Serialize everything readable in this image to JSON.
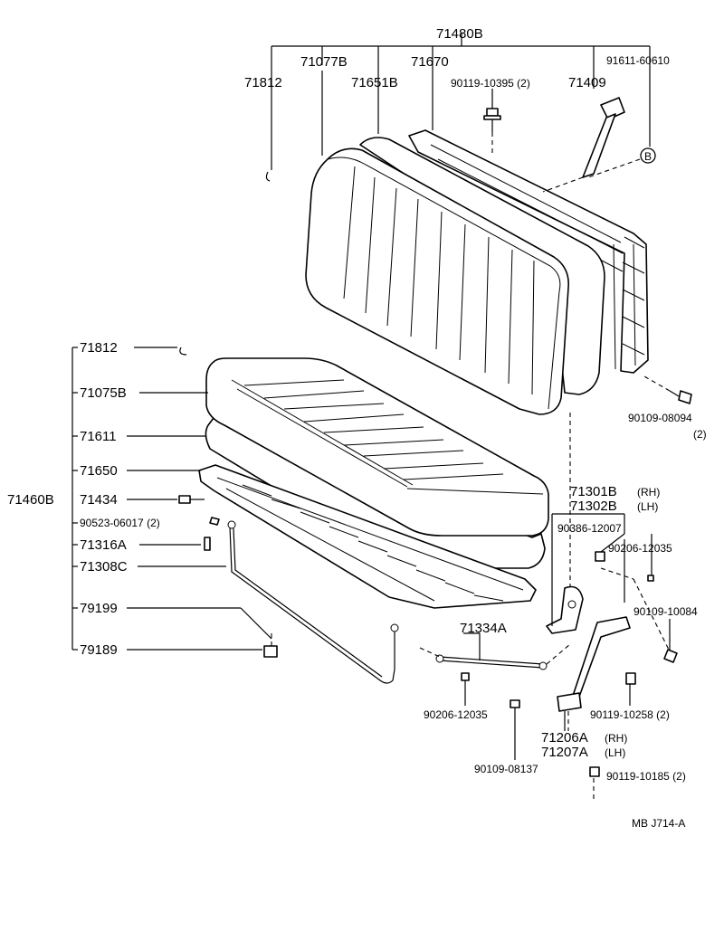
{
  "top": {
    "p71480B": "71480B",
    "p71077B": "71077B",
    "p71670": "71670",
    "p91611": "91611-60610",
    "p71812": "71812",
    "p71651B": "71651B",
    "p90119_10395": "90119-10395 (2)",
    "p71409": "71409",
    "circleB": "B"
  },
  "left": {
    "p71812": "71812",
    "p71075B": "71075B",
    "p71611": "71611",
    "p71650": "71650",
    "p71460B": "71460B",
    "p71434": "71434",
    "p90523": "90523-06017 (2)",
    "p71316A": "71316A",
    "p71308C": "71308C",
    "p79199": "79199",
    "p79189": "79189"
  },
  "right": {
    "p90109_08094": "90109-08094",
    "p90109_08094_qty": "(2)",
    "p71301B": "71301B",
    "rh1": "(RH)",
    "p71302B": "71302B",
    "lh1": "(LH)",
    "p90386": "90386-12007",
    "p90206_a": "90206-12035",
    "p90109_10084": "90109-10084",
    "p71334A": "71334A",
    "p90119_10258": "90119-10258 (2)",
    "p90206_b": "90206-12035",
    "p71206A": "71206A",
    "rh2": "(RH)",
    "p71207A": "71207A",
    "lh2": "(LH)",
    "p90109_08137": "90109-08137",
    "p90119_10185": "90119-10185 (2)"
  },
  "footer": {
    "code": "MB  J714-A"
  }
}
